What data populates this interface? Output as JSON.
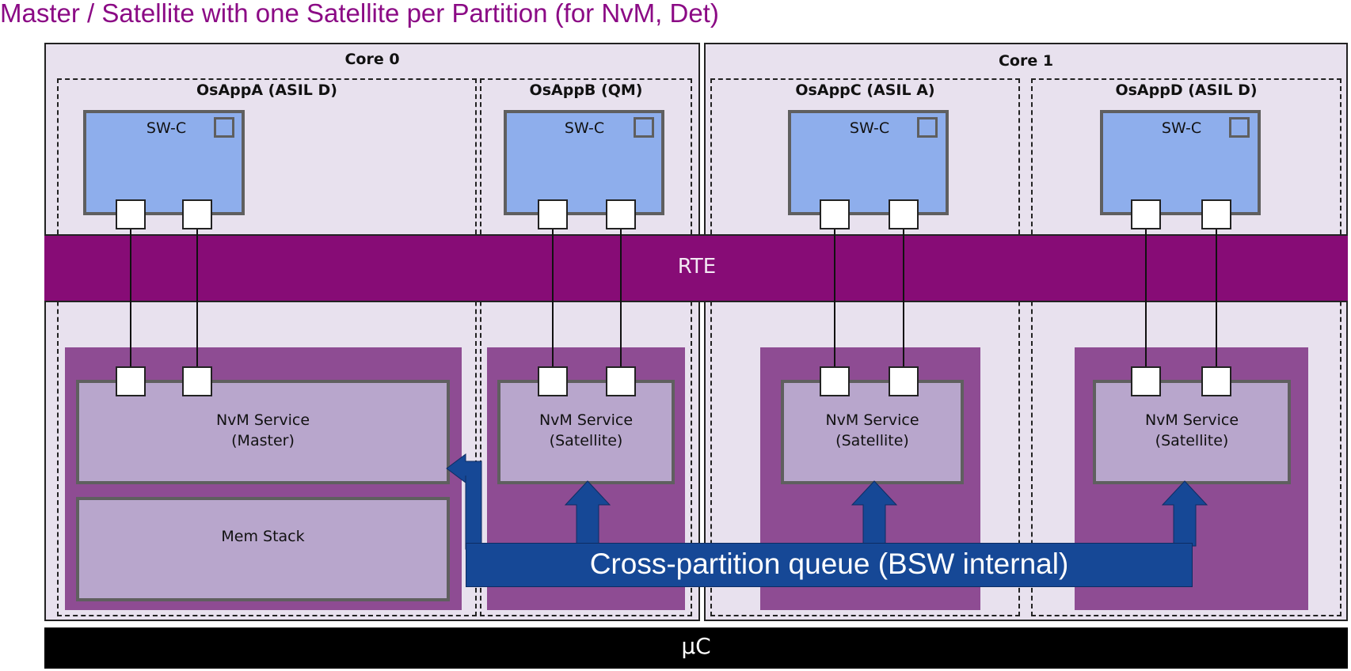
{
  "title": "Master / Satellite with one Satellite per Partition (for NvM, Det)",
  "cores": [
    {
      "label": "Core 0"
    },
    {
      "label": "Core 1"
    }
  ],
  "partitions": [
    {
      "label": "OsAppA (ASIL D)",
      "swc": "SW-C",
      "service": [
        "NvM Service",
        "(Master)"
      ]
    },
    {
      "label": "OsAppB (QM)",
      "swc": "SW-C",
      "service": [
        "NvM Service",
        "(Satellite)"
      ]
    },
    {
      "label": "OsAppC (ASIL A)",
      "swc": "SW-C",
      "service": [
        "NvM Service",
        "(Satellite)"
      ]
    },
    {
      "label": "OsAppD (ASIL D)",
      "swc": "SW-C",
      "service": [
        "NvM Service",
        "(Satellite)"
      ]
    }
  ],
  "mem_stack": "Mem Stack",
  "rte": "RTE",
  "queue": "Cross-partition queue (BSW internal)",
  "uc": "µC",
  "colors": {
    "title": "#8b0a85",
    "core_bg": "#e8e1ee",
    "swc": "#8eaeec",
    "rte": "#870c76",
    "bsw": "#8e4c93",
    "service": "#b8a6cc",
    "queue": "#164896",
    "uc": "#000000"
  }
}
